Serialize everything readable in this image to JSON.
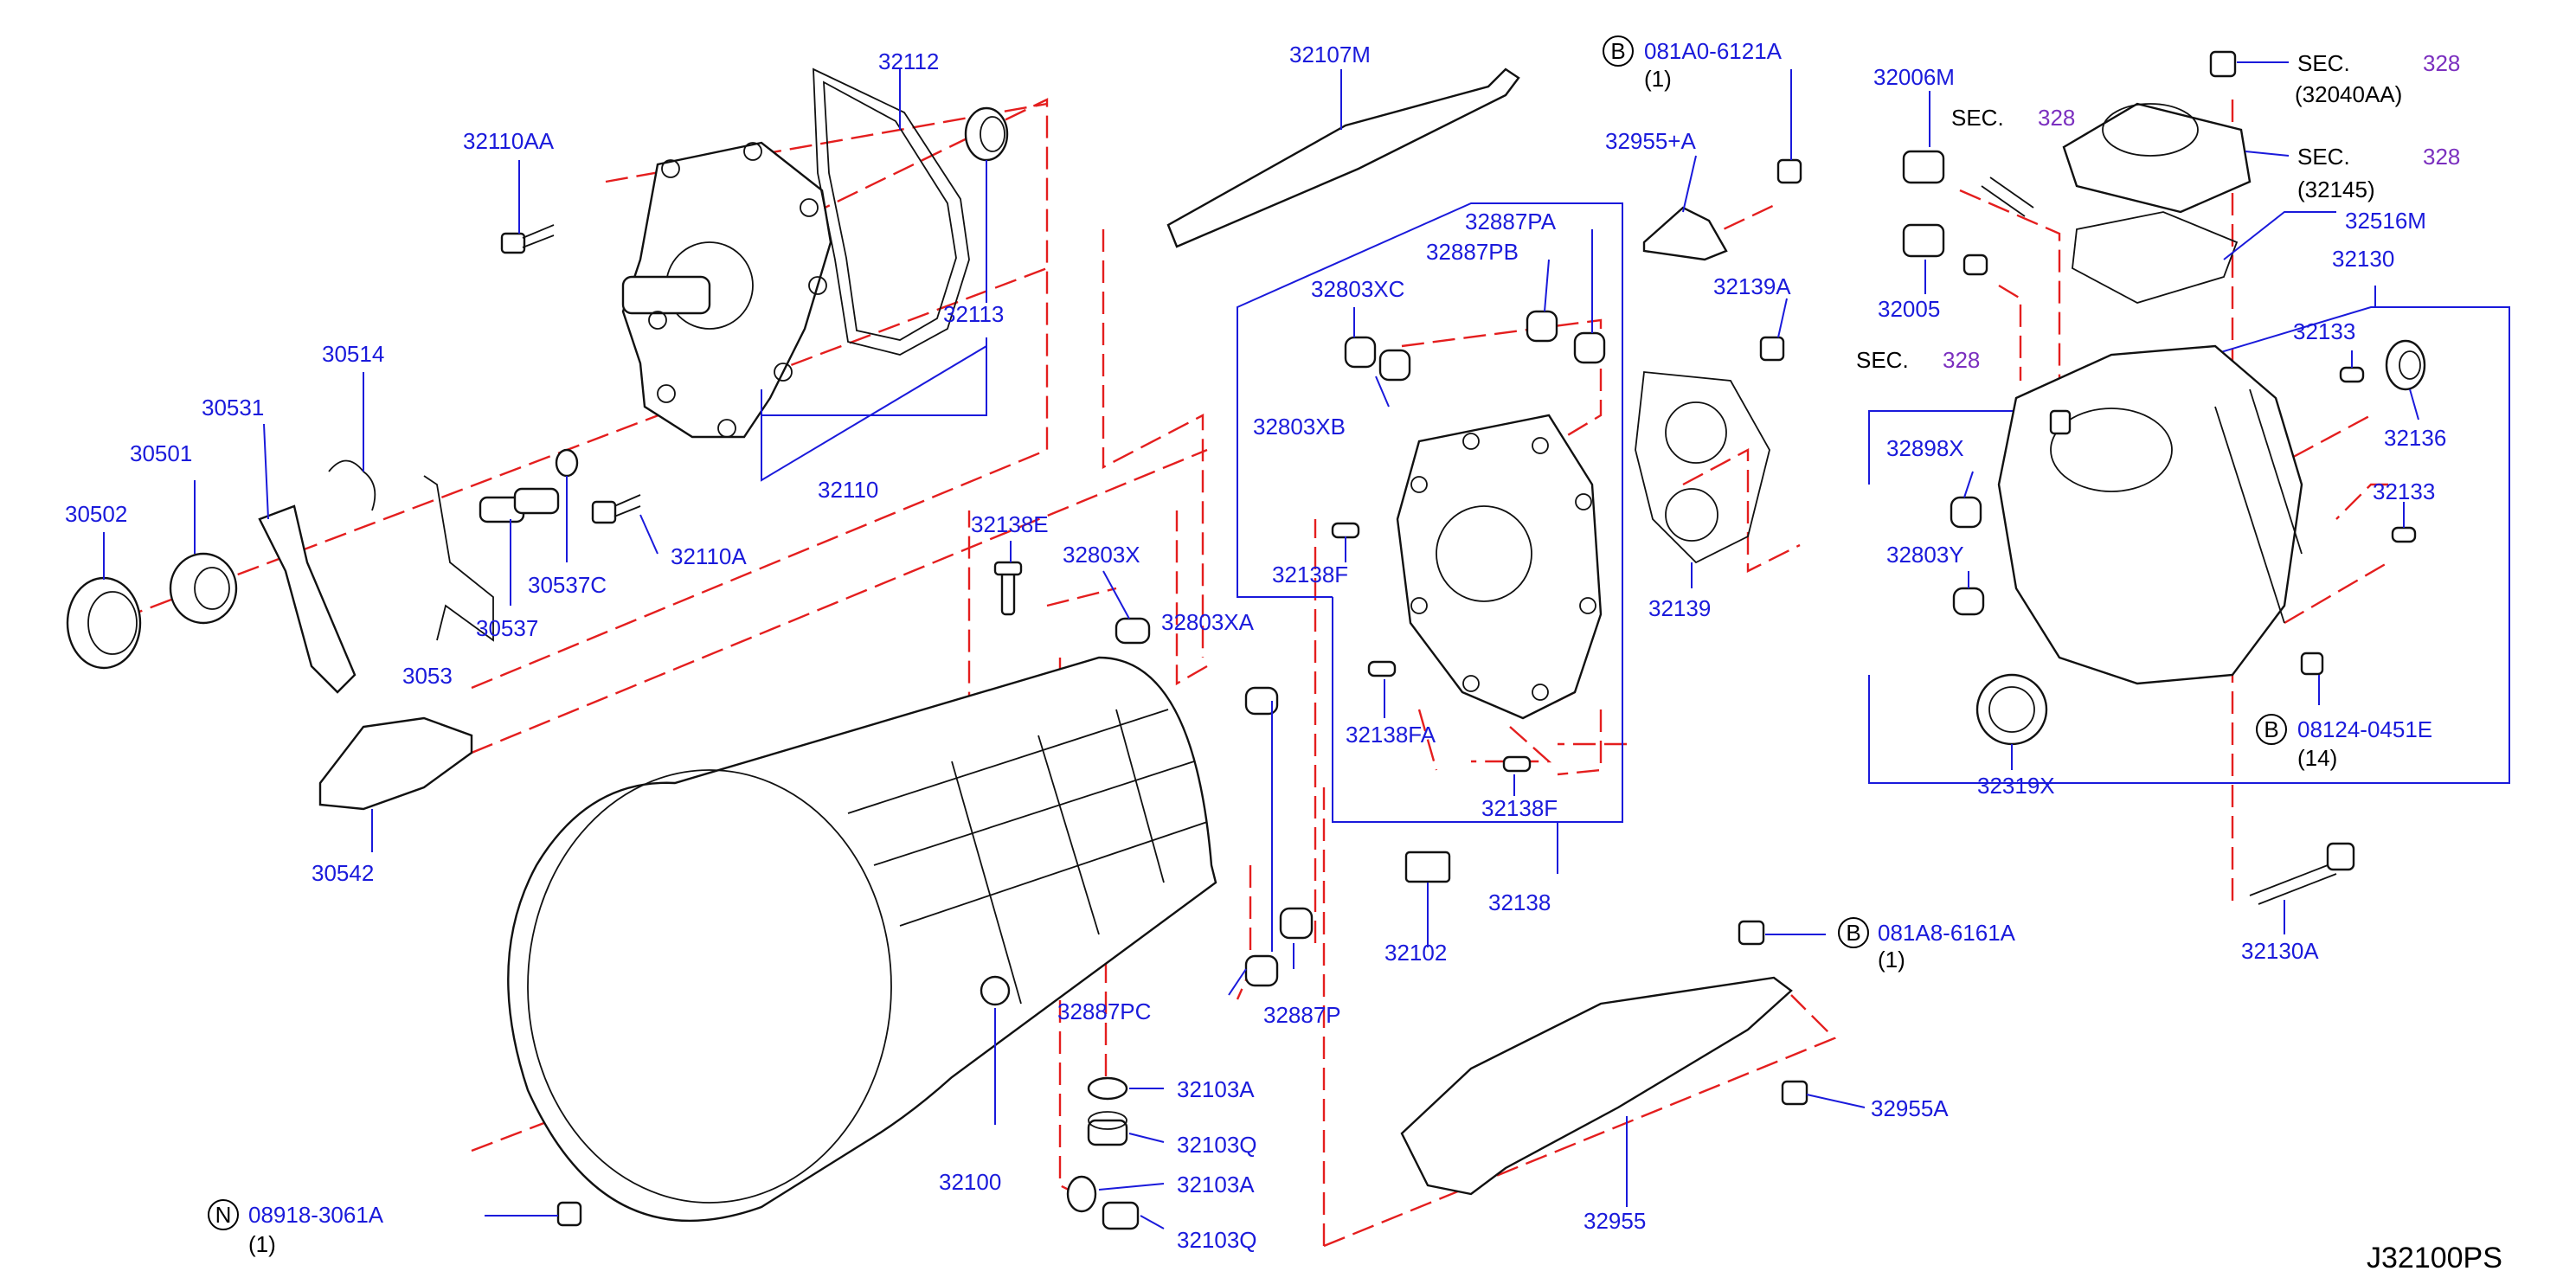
{
  "diagram_code": "J32100PS",
  "labels": {
    "p32112": "32112",
    "p32110AA": "32110AA",
    "p32113": "32113",
    "p32110": "32110",
    "p30514": "30514",
    "p30531": "30531",
    "p30501": "30501",
    "p30502": "30502",
    "p30537C": "30537C",
    "p32110A": "32110A",
    "p30537": "30537",
    "p30534": "3053",
    "p30542": "30542",
    "p32107M": "32107M",
    "p32138E": "32138E",
    "p32803X": "32803X",
    "p32803XA": "32803XA",
    "p32100": "32100",
    "p32887PC": "32887PC",
    "p32887P": "32887P",
    "p32103A_1": "32103A",
    "p32103Q_1": "32103Q",
    "p32103A_2": "32103A",
    "p32103Q_2": "32103Q",
    "p08918": "08918-3061A",
    "p08918_qty": "(1)",
    "p081A0": "081A0-6121A",
    "p081A0_qty": "(1)",
    "p32955A_plus": "32955+A",
    "p32887PA": "32887PA",
    "p32887PB": "32887PB",
    "p32803XC": "32803XC",
    "p32803XB": "32803XB",
    "p32139A": "32139A",
    "p32138F_1": "32138F",
    "p32139": "32139",
    "p32138FA": "32138FA",
    "p32138F_2": "32138F",
    "p32138": "32138",
    "p32102": "32102",
    "p081A8": "081A8-6161A",
    "p081A8_qty": "(1)",
    "p32955A": "32955A",
    "p32955": "32955",
    "p32006M": "32006M",
    "p32005": "32005",
    "sec1_label": "SEC.",
    "sec1_num": "328",
    "sec2_label": "SEC.",
    "sec2_num": "328",
    "sec3_label": "SEC.",
    "sec3_num": "328",
    "sec3_ref": "(32040AA)",
    "sec4_label": "SEC.",
    "sec4_num": "328",
    "sec4_ref": "(32145)",
    "p32516M": "32516M",
    "p32130": "32130",
    "p32133_1": "32133",
    "p32136": "32136",
    "p32898X": "32898X",
    "p32133_2": "32133",
    "p32803Y": "32803Y",
    "p32319X": "32319X",
    "p08124": "08124-0451E",
    "p08124_qty": "(14)",
    "p32130A": "32130A",
    "circle_B": "B",
    "circle_N": "N"
  },
  "colors": {
    "label": "#1a1adb",
    "dashed_lines": "#e41e1e",
    "section_ref": "#7b2fbf",
    "parts": "#111111"
  }
}
